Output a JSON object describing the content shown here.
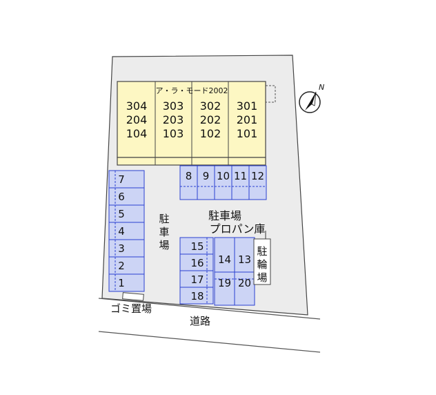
{
  "building": {
    "name": "ア・ラ・モード2002",
    "units": [
      {
        "col": "304",
        "rows": [
          "304",
          "204",
          "104"
        ]
      },
      {
        "col": "303",
        "rows": [
          "303",
          "203",
          "103"
        ]
      },
      {
        "col": "302",
        "rows": [
          "302",
          "202",
          "102"
        ]
      },
      {
        "col": "301",
        "rows": [
          "301",
          "201",
          "101"
        ]
      }
    ]
  },
  "parking": {
    "left_column": [
      "7",
      "6",
      "5",
      "4",
      "3",
      "2",
      "1"
    ],
    "top_row": [
      "8",
      "9",
      "10",
      "11",
      "12"
    ],
    "lower_left": [
      "15",
      "16",
      "17",
      "18"
    ],
    "lower_right_top": [
      "14",
      "13"
    ],
    "lower_right_bottom": [
      "19",
      "20"
    ]
  },
  "labels": {
    "parking": "駐車場",
    "propane": "プロパン庫",
    "bicycle": "駐輪場",
    "garbage": "ゴミ置場",
    "road": "道路"
  },
  "colors": {
    "building_fill": "#fdf7c3",
    "parking_fill": "#ccd4f5",
    "parking_stroke": "#2a3fd1",
    "lot_fill": "#ececec"
  },
  "icons": {
    "north": "north-arrow-icon"
  }
}
